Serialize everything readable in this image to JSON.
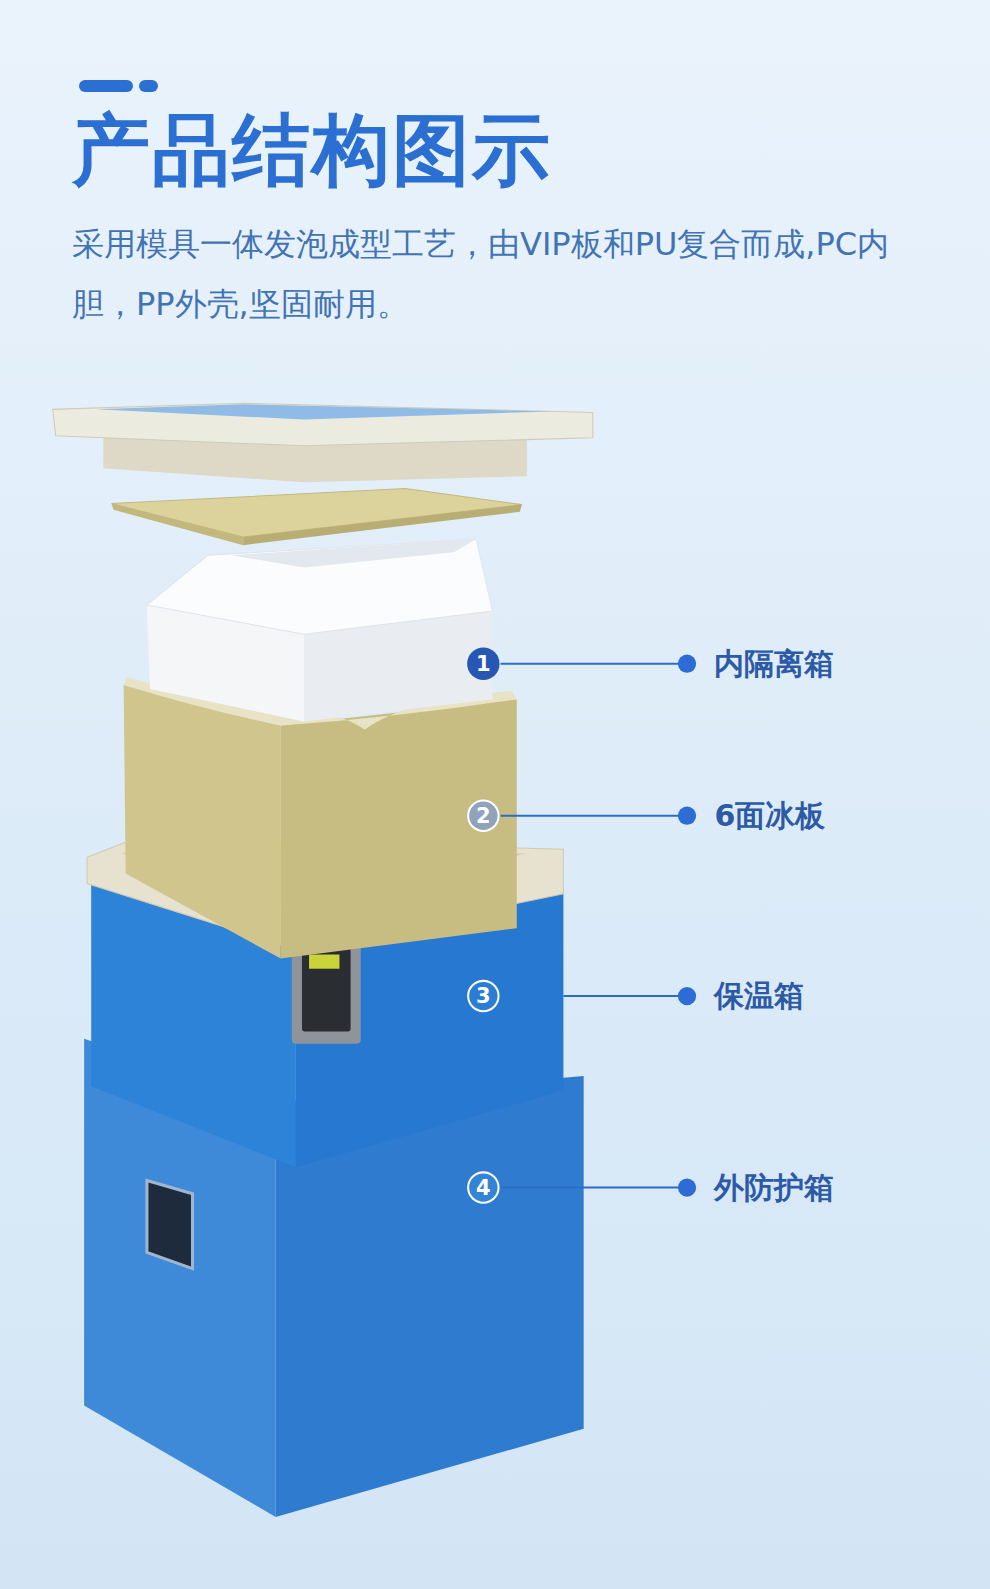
{
  "diagram": {
    "title": "产品结构图示",
    "caption": "采用模具一体发泡成型工艺，由VIP板和PU复合而成,PC内胆，PP外壳,坚固耐用。",
    "labels": [
      "1",
      "内隔离箱",
      "2",
      "6面冰板",
      "3",
      "保温箱",
      "4",
      "外防护箱"
    ]
  }
}
